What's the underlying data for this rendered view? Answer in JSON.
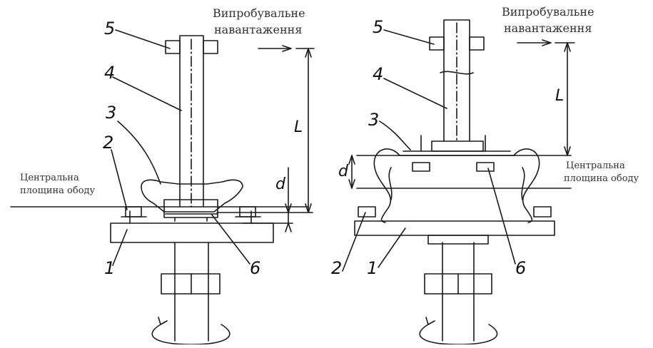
{
  "left": {
    "load_label_line1": "Випробувальне",
    "load_label_line2": "навантаження",
    "center_label_line1": "Центральна",
    "center_label_line2": "площина ободу",
    "dim_L": "L",
    "dim_d": "d",
    "callouts": [
      "1",
      "2",
      "3",
      "4",
      "5",
      "6"
    ]
  },
  "right": {
    "load_label_line1": "Випробувальне",
    "load_label_line2": "навантаження",
    "center_label_line1": "Центральна",
    "center_label_line2": "площина ободу",
    "dim_L": "L",
    "dim_d": "d",
    "callouts": [
      "1",
      "2",
      "3",
      "4",
      "5",
      "6"
    ]
  },
  "colors": {
    "ink": "#1a1a1a",
    "text": "#333333"
  }
}
